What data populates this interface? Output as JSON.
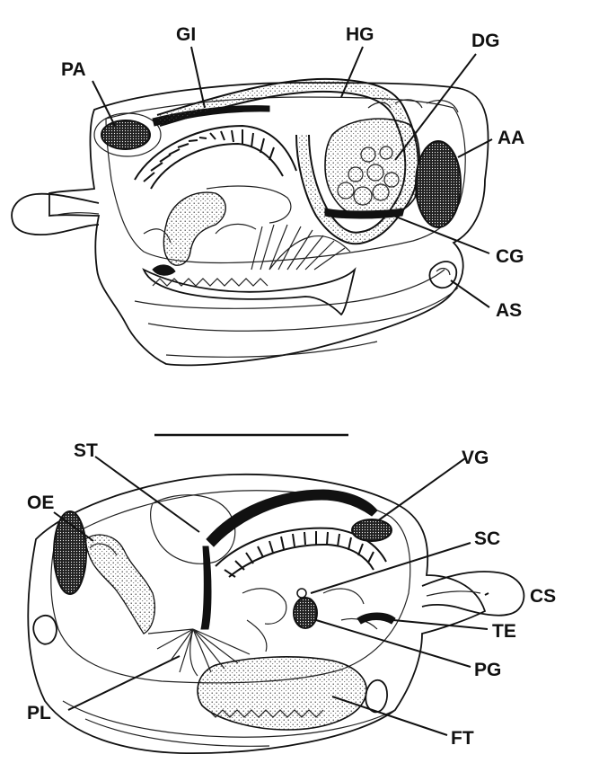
{
  "figure": {
    "top_labels": {
      "pa": "PA",
      "gi": "GI",
      "hg": "HG",
      "dg": "DG",
      "aa": "AA",
      "cg": "CG",
      "as": "AS"
    },
    "bottom_labels": {
      "st": "ST",
      "vg": "VG",
      "oe": "OE",
      "sc": "SC",
      "cs": "CS",
      "te": "TE",
      "pg": "PG",
      "pl": "PL",
      "ft": "FT"
    }
  }
}
